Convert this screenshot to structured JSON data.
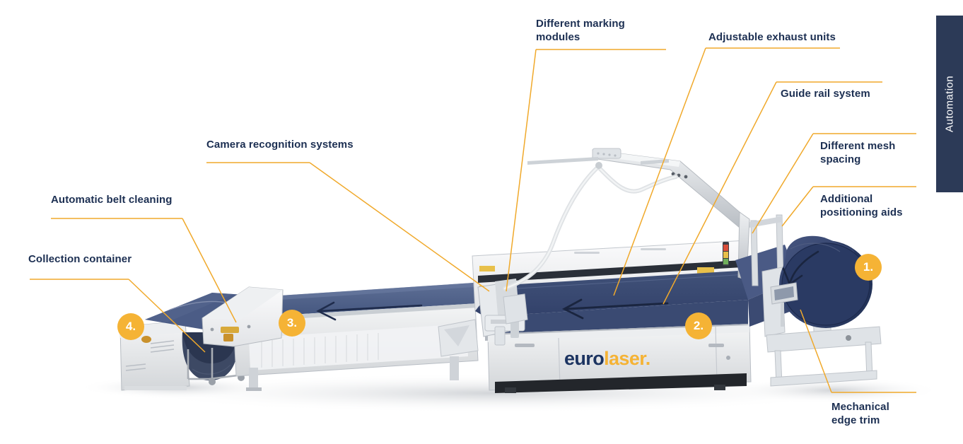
{
  "page": {
    "title": "eurolaser automation system diagram",
    "background_color": "#ffffff",
    "accent_color": "#f5b335",
    "text_color": "#1c2f52",
    "tab_color": "#2c3a57"
  },
  "side_tab": {
    "label": "Automation"
  },
  "brand": {
    "part1": "euro",
    "part2": "laser",
    "dot": "."
  },
  "callouts": [
    {
      "id": "marking-modules",
      "label": "Different marking\nmodules"
    },
    {
      "id": "exhaust-units",
      "label": "Adjustable exhaust units"
    },
    {
      "id": "guide-rail",
      "label": "Guide rail system"
    },
    {
      "id": "mesh-spacing",
      "label": "Different mesh\nspacing"
    },
    {
      "id": "positioning-aids",
      "label": "Additional\npositioning aids"
    },
    {
      "id": "camera-recognition",
      "label": "Camera recognition systems"
    },
    {
      "id": "belt-cleaning",
      "label": "Automatic belt cleaning"
    },
    {
      "id": "collection-container",
      "label": "Collection container"
    },
    {
      "id": "edge-trim",
      "label": "Mechanical\nedge trim"
    }
  ],
  "step_badges": [
    {
      "id": "step-1",
      "label": "1."
    },
    {
      "id": "step-2",
      "label": "2."
    },
    {
      "id": "step-3",
      "label": "3."
    },
    {
      "id": "step-4",
      "label": "4."
    }
  ],
  "flow_arrows": [
    {
      "id": "arrow-cutting-bed",
      "direction": "left"
    },
    {
      "id": "arrow-conveyor",
      "direction": "left"
    },
    {
      "id": "arrow-roll-feed",
      "direction": "curved-down-left"
    }
  ]
}
